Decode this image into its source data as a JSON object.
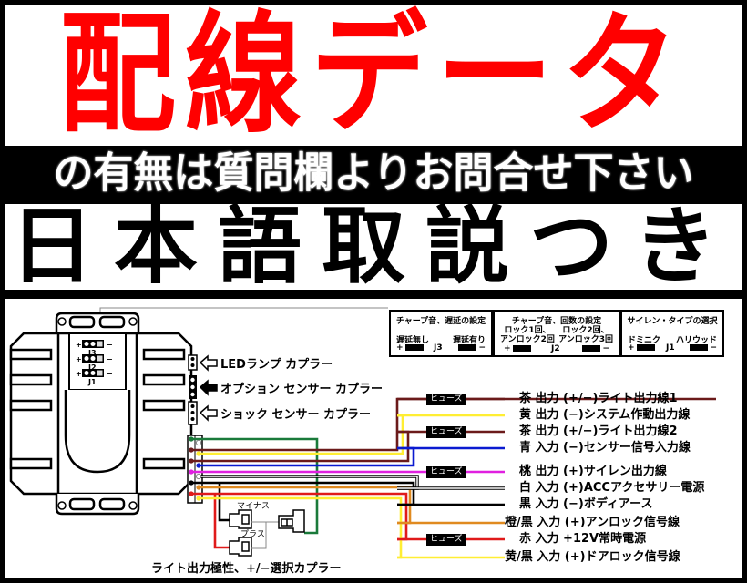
{
  "banners": {
    "headline": "配線データ",
    "subline": "の有無は質問欄よりお問合せ下さい",
    "manual": "日本語取説つき"
  },
  "colors": {
    "headline_red": "#ff0000",
    "background": "#000000",
    "panel": "#ffffff",
    "wire_brown": "#6b1a1a",
    "wire_yellow": "#ffee33",
    "wire_blue": "#0a1ad0",
    "wire_pink": "#e020e0",
    "wire_white": "#ffffff",
    "wire_black": "#000000",
    "wire_orange": "#e08a20",
    "wire_red": "#e01a1a",
    "wire_green": "#1a7a3a"
  },
  "jumper_settings": [
    {
      "title": "チャープ音、遅延の設定",
      "left_label": "遅延無し",
      "right_label": "遅延有り",
      "jumper": "J3"
    },
    {
      "title": "チャープ音、回数の設定",
      "left_label_line1": "ロック1回、",
      "left_label_line2": "アンロック2回",
      "right_label_line1": "ロック2回、",
      "right_label_line2": "アンロック3回",
      "jumper": "J2"
    },
    {
      "title": "サイレン・タイプの選択",
      "left_label": "ドミニク",
      "right_label": "ハリウッド",
      "jumper": "J1"
    }
  ],
  "unit": {
    "jumpers": [
      "J3",
      "J2",
      "J1"
    ],
    "plus": "+",
    "minus": "−"
  },
  "couplers": [
    {
      "label": "LEDランプ カプラー",
      "arrow": "outline"
    },
    {
      "label": "オプション センサー カプラー",
      "arrow": "filled"
    },
    {
      "label": "ショック センサー カプラー",
      "arrow": "outline"
    }
  ],
  "fuse_label": "ヒューズ",
  "wires": [
    {
      "color": "茶",
      "direction": "出力",
      "desc": "(+/−)ライト出力線1",
      "fuse": true
    },
    {
      "color": "黄",
      "direction": "出力",
      "desc": "(−)システム作動出力線",
      "fuse": false
    },
    {
      "color": "茶",
      "direction": "出力",
      "desc": "(+/−)ライト出力線2",
      "fuse": true
    },
    {
      "color": "青",
      "direction": "入力",
      "desc": "(−)センサー信号入力線",
      "fuse": false
    },
    {
      "color": "桃",
      "direction": "出力",
      "desc": "(+)サイレン出力線",
      "fuse": true
    },
    {
      "color": "白",
      "direction": "入力",
      "desc": "(+)ACCアクセサリー電源",
      "fuse": false
    },
    {
      "color": "黒",
      "direction": "入力",
      "desc": "(−)ボディアース",
      "fuse": false
    },
    {
      "color": "橙/黒",
      "direction": "入力",
      "desc": "(+)アンロック信号線",
      "fuse": false
    },
    {
      "color": "赤",
      "direction": "入力",
      "desc": "+12V常時電源",
      "fuse": true
    },
    {
      "color": "黄/黒",
      "direction": "入力",
      "desc": "(+)ドアロック信号線",
      "fuse": false
    }
  ],
  "wire_lines": [
    "茶 出力 (+/−)ライト出力線1",
    "黄 出力 (−)システム作動出力線",
    "茶 出力 (+/−)ライト出力線2",
    "青 入力 (−)センサー信号入力線",
    "桃 出力 (+)サイレン出力線",
    "白 入力 (+)ACCアクセサリー電源",
    "黒 入力 (−)ボディアース",
    "橙/黒 入力 (+)アンロック信号線",
    "赤 入力 +12V常時電源",
    "黄/黒 入力 (+)ドアロック信号線"
  ],
  "polarity": {
    "minus_label": "マイナス",
    "plus_label": "プラス",
    "caption": "ライト出力極性、+/−選択カプラー"
  }
}
